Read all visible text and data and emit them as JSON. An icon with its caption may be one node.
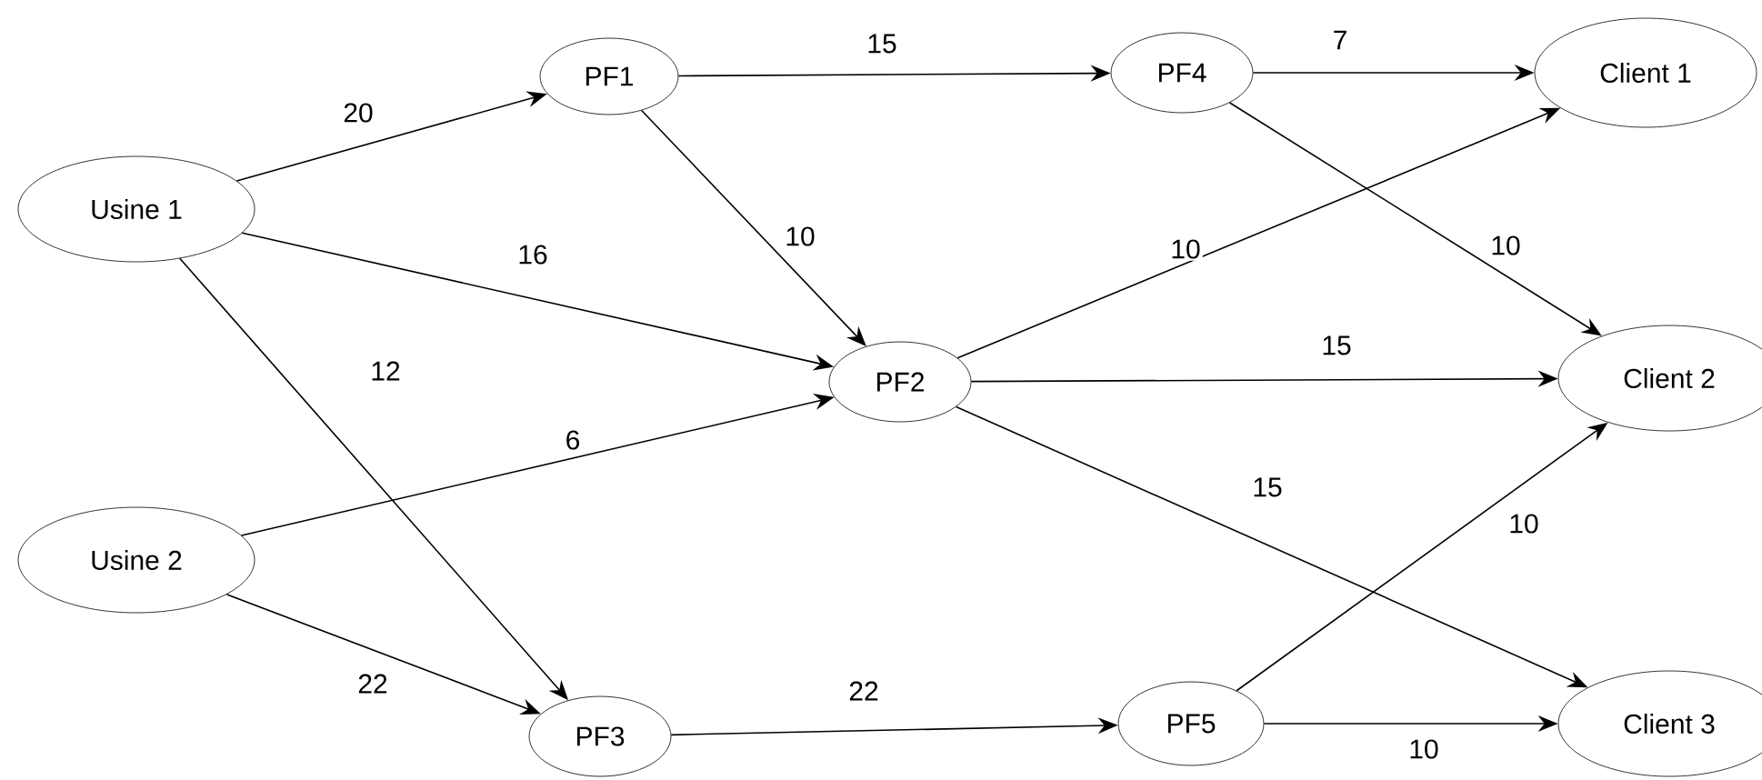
{
  "diagram": {
    "nodes": [
      {
        "text": [
          "Usine 1"
        ]
      },
      {
        "text": [
          "Usine 2"
        ]
      },
      {
        "text": [
          "PF1"
        ]
      },
      {
        "text": [
          "PF2"
        ]
      },
      {
        "text": [
          "PF3"
        ]
      },
      {
        "text": [
          "PF4"
        ]
      },
      {
        "text": [
          "PF5"
        ]
      },
      {
        "text": [
          "Client 1"
        ]
      },
      {
        "text": [
          "Client 2"
        ]
      },
      {
        "text": [
          "Client 3"
        ]
      }
    ],
    "edges": [
      {
        "from": 0,
        "to": 2,
        "arrow": "to",
        "label": "20"
      },
      {
        "from": 0,
        "to": 3,
        "arrow": "to",
        "label": "16"
      },
      {
        "from": 0,
        "to": 4,
        "arrow": "to",
        "label": "12"
      },
      {
        "from": 1,
        "to": 3,
        "arrow": "to",
        "label": "6"
      },
      {
        "from": 1,
        "to": 4,
        "arrow": "to",
        "label": "22"
      },
      {
        "from": 2,
        "to": 5,
        "arrow": "to",
        "label": "15"
      },
      {
        "from": 2,
        "to": 3,
        "arrow": "to",
        "label": "10"
      },
      {
        "from": 5,
        "to": 7,
        "arrow": "to",
        "label": "7"
      },
      {
        "from": 5,
        "to": 8,
        "arrow": "to",
        "label": "10"
      },
      {
        "from": 3,
        "to": 7,
        "arrow": "to",
        "label": "10"
      },
      {
        "from": 3,
        "to": 8,
        "arrow": "to",
        "label": "15"
      },
      {
        "from": 3,
        "to": 9,
        "arrow": "to",
        "label": "15"
      },
      {
        "from": 6,
        "to": 8,
        "arrow": "to",
        "label": "10"
      },
      {
        "from": 4,
        "to": 6,
        "arrow": "to",
        "label": "22"
      },
      {
        "from": 6,
        "to": 9,
        "arrow": "to",
        "label": "10"
      }
    ]
  }
}
